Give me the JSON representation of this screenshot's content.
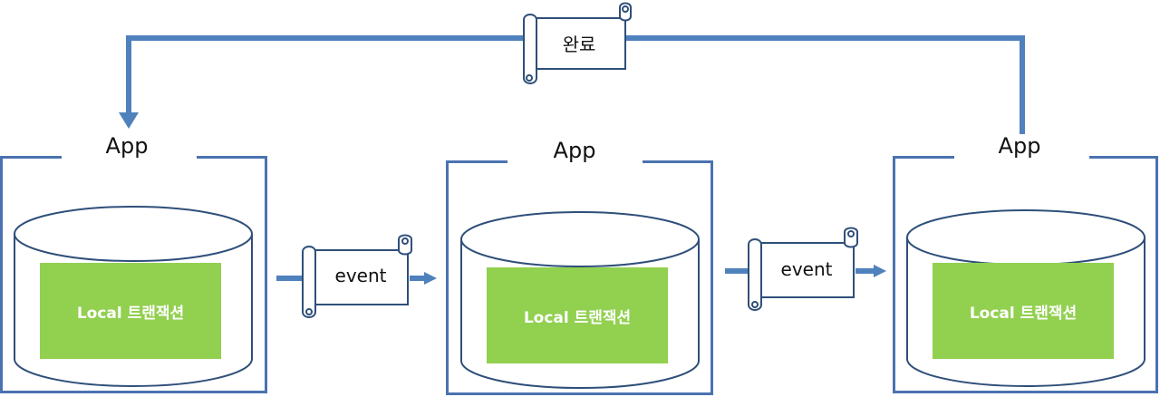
{
  "diagram": {
    "apps": [
      {
        "label": "App",
        "transaction": "Local 트랜잭션"
      },
      {
        "label": "App",
        "transaction": "Local 트랜잭션"
      },
      {
        "label": "App",
        "transaction": "Local 트랜잭션"
      }
    ],
    "events": [
      {
        "label": "event"
      },
      {
        "label": "event"
      }
    ],
    "completion": {
      "label": "완료"
    },
    "colors": {
      "frame": "#4a72b0",
      "arrow": "#4f81bd",
      "transaction_fill": "#92d050",
      "scroll_border": "#2f4f7a"
    }
  }
}
